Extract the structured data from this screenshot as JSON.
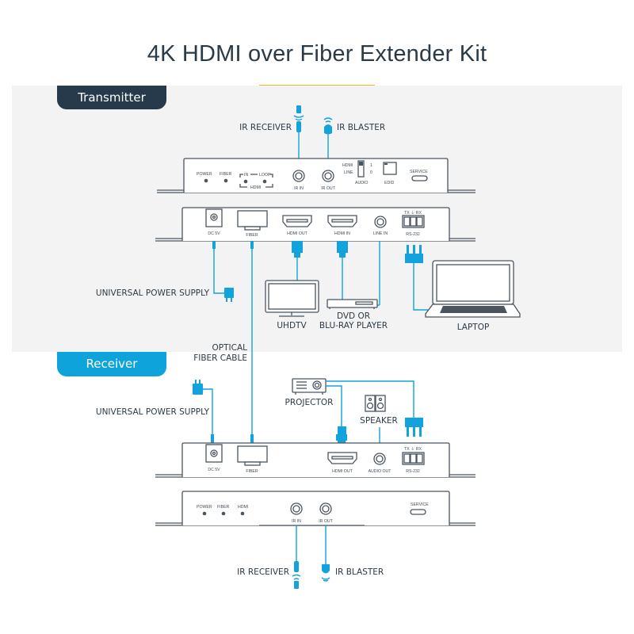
{
  "title": "4K HDMI over Fiber Extender Kit",
  "accent_colors": {
    "underline": "#f5b921",
    "cable": "#12a2dc",
    "transmitter_tab": "#263a4b",
    "receiver_tab": "#0fa3dc"
  },
  "sections": {
    "transmitter": {
      "tab_label": "Transmitter",
      "front_panel": {
        "indicators": [
          "POWER",
          "FIBER"
        ],
        "hdmi_group": {
          "in": "IN",
          "loop": "LOOP",
          "label": "HDMI"
        },
        "ports": [
          "IR IN",
          "IR OUT"
        ],
        "audio_switch": {
          "top": "HDMI",
          "bottom": "LINE",
          "one": "1",
          "zero": "0",
          "label": "AUDIO"
        },
        "edid": "EDID",
        "service": "SERVICE"
      },
      "rear_panel": {
        "ports": [
          "DC 5V",
          "FIBER",
          "HDMI OUT",
          "HDMI IN",
          "LINE  IN",
          "RS-232"
        ],
        "rs232_pins": "TX ⏚ RX"
      },
      "devices": {
        "ir_receiver": "IR RECEIVER",
        "ir_blaster": "IR BLASTER",
        "power_supply": "UNIVERSAL POWER SUPPLY",
        "tv": "UHDTV",
        "player_line1": "DVD OR",
        "player_line2": "BLU-RAY PLAYER",
        "laptop": "LAPTOP"
      }
    },
    "fiber": {
      "line1": "OPTICAL",
      "line2": "FIBER CABLE"
    },
    "receiver": {
      "tab_label": "Receiver",
      "rear_panel": {
        "ports": [
          "DC 5V",
          "FIBER",
          "HDMI OUT",
          "AUDIO OUT",
          "RS-232"
        ],
        "rs232_pins": "TX ⏚ RX"
      },
      "front_panel": {
        "indicators": [
          "POWER",
          "FIBER",
          "HDMI"
        ],
        "ports": [
          "IR IN",
          "IR OUT"
        ],
        "service": "SERVICE"
      },
      "devices": {
        "power_supply": "UNIVERSAL POWER SUPPLY",
        "projector": "PROJECTOR",
        "speaker": "SPEAKER",
        "ir_receiver": "IR RECEIVER",
        "ir_blaster": "IR BLASTER"
      }
    }
  }
}
